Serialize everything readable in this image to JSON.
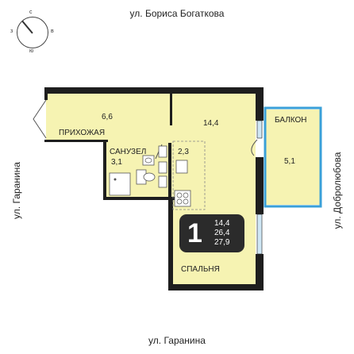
{
  "streets": {
    "top": "ул. Бориса Богаткова",
    "bottom": "ул. Гаранина",
    "left": "ул. Гаранина",
    "right": "ул. Добролюбова"
  },
  "compass": {
    "n": "с",
    "s": "ю",
    "w": "з",
    "e": "в"
  },
  "rooms": {
    "hallway": {
      "label": "ПРИХОЖАЯ",
      "area": "6,6"
    },
    "living": {
      "area": "14,4"
    },
    "bathroom": {
      "label": "САНУЗЕЛ",
      "area": "3,1"
    },
    "kitchen": {
      "area": "2,3"
    },
    "balcony": {
      "label": "БАЛКОН",
      "area": "5,1"
    },
    "bedroom": {
      "label": "СПАЛЬНЯ"
    }
  },
  "summary": {
    "room_count": "1",
    "living_area": "14,4",
    "total_area": "26,4",
    "area_with_balcony": "27,9"
  },
  "colors": {
    "floor": "#f6f3b2",
    "wall": "#1e1e1e",
    "balcony_wall": "#3aa0d8",
    "window": "#cfe7f5"
  }
}
